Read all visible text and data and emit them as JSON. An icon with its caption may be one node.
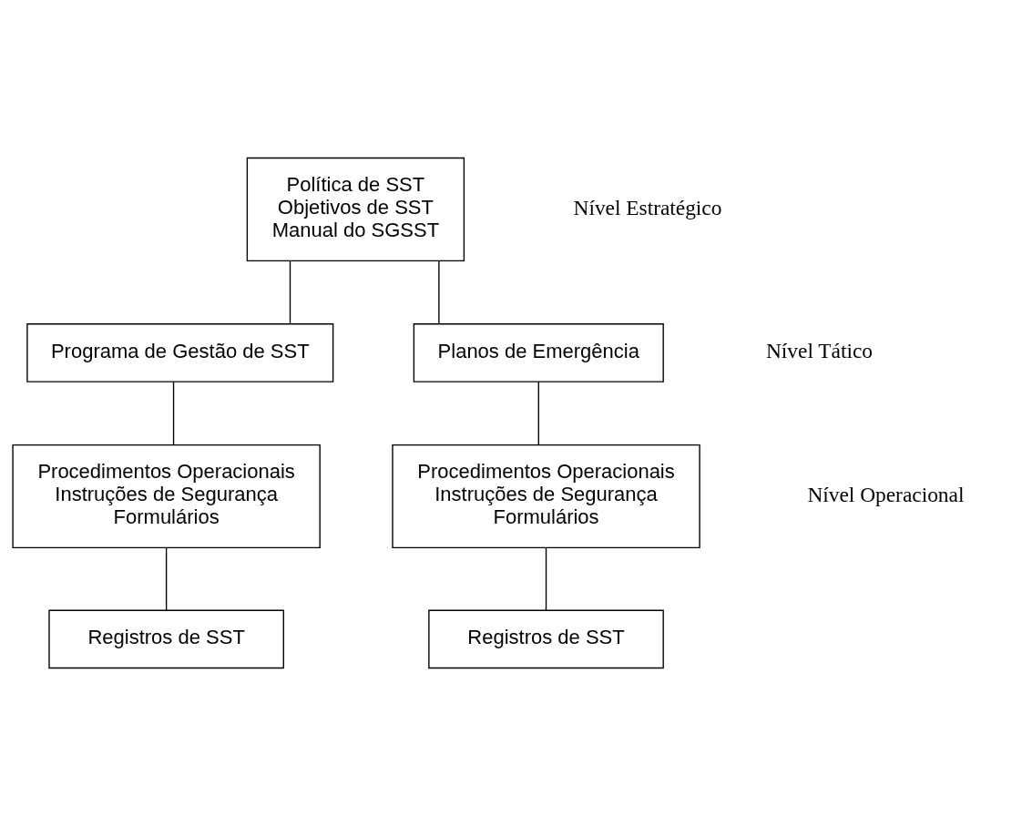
{
  "diagram": {
    "nodes": [
      {
        "text": [
          "Política de SST",
          "Objetivos de SST",
          "Manual do SGSST"
        ]
      },
      {
        "text": [
          "Programa de Gestão de SST"
        ]
      },
      {
        "text": [
          "Planos de Emergência"
        ]
      },
      {
        "text": [
          "Procedimentos Operacionais",
          "Instruções de Segurança",
          "Formulários"
        ]
      },
      {
        "text": [
          "Registros de SST"
        ]
      },
      {
        "text": [
          "Procedimentos Operacionais",
          "Instruções de Segurança",
          "Formulários"
        ]
      },
      {
        "text": [
          "Registros de SST"
        ]
      }
    ],
    "edges": [
      {
        "from": 0,
        "to": 1,
        "arrow": "none"
      },
      {
        "from": 0,
        "to": 2,
        "arrow": "none"
      },
      {
        "from": 1,
        "to": 3,
        "arrow": "none"
      },
      {
        "from": 2,
        "to": 5,
        "arrow": "none"
      },
      {
        "from": 3,
        "to": 4,
        "arrow": "none"
      },
      {
        "from": 5,
        "to": 6,
        "arrow": "none"
      }
    ],
    "labels": [
      "Nível Estratégico",
      "Nível Tático",
      "Nível Operacional"
    ]
  }
}
